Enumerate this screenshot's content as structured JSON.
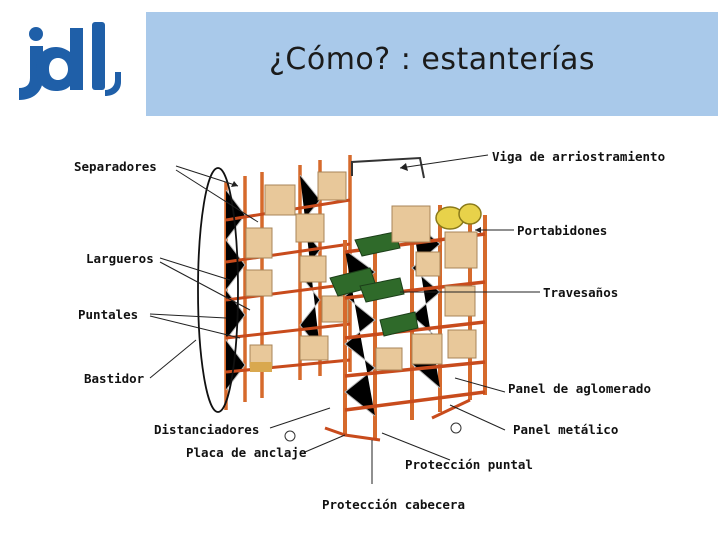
{
  "title": "¿Cómo? : estanterías",
  "logo": {
    "text": "jdl",
    "icon": "jdl-logo",
    "color": "#1f5fa8"
  },
  "colors": {
    "title_band": "#a9c9ea",
    "upright": "#d66a2c",
    "beam": "#c84b1c",
    "box": "#e8c89a"
  },
  "labels": {
    "separadores": "Separadores",
    "largueros": "Largueros",
    "puntales": "Puntales",
    "bastidor": "Bastidor",
    "distanciadores": "Distanciadores",
    "placa_anclaje": "Placa de anclaje",
    "proteccion_cabecera": "Protección cabecera",
    "proteccion_puntal": "Protección puntal",
    "panel_metalico": "Panel metálico",
    "panel_aglomerado": "Panel de aglomerado",
    "travesanos": "Travesaños",
    "portabidones": "Portabidones",
    "viga_arriostramiento": "Viga de arriostramiento"
  }
}
